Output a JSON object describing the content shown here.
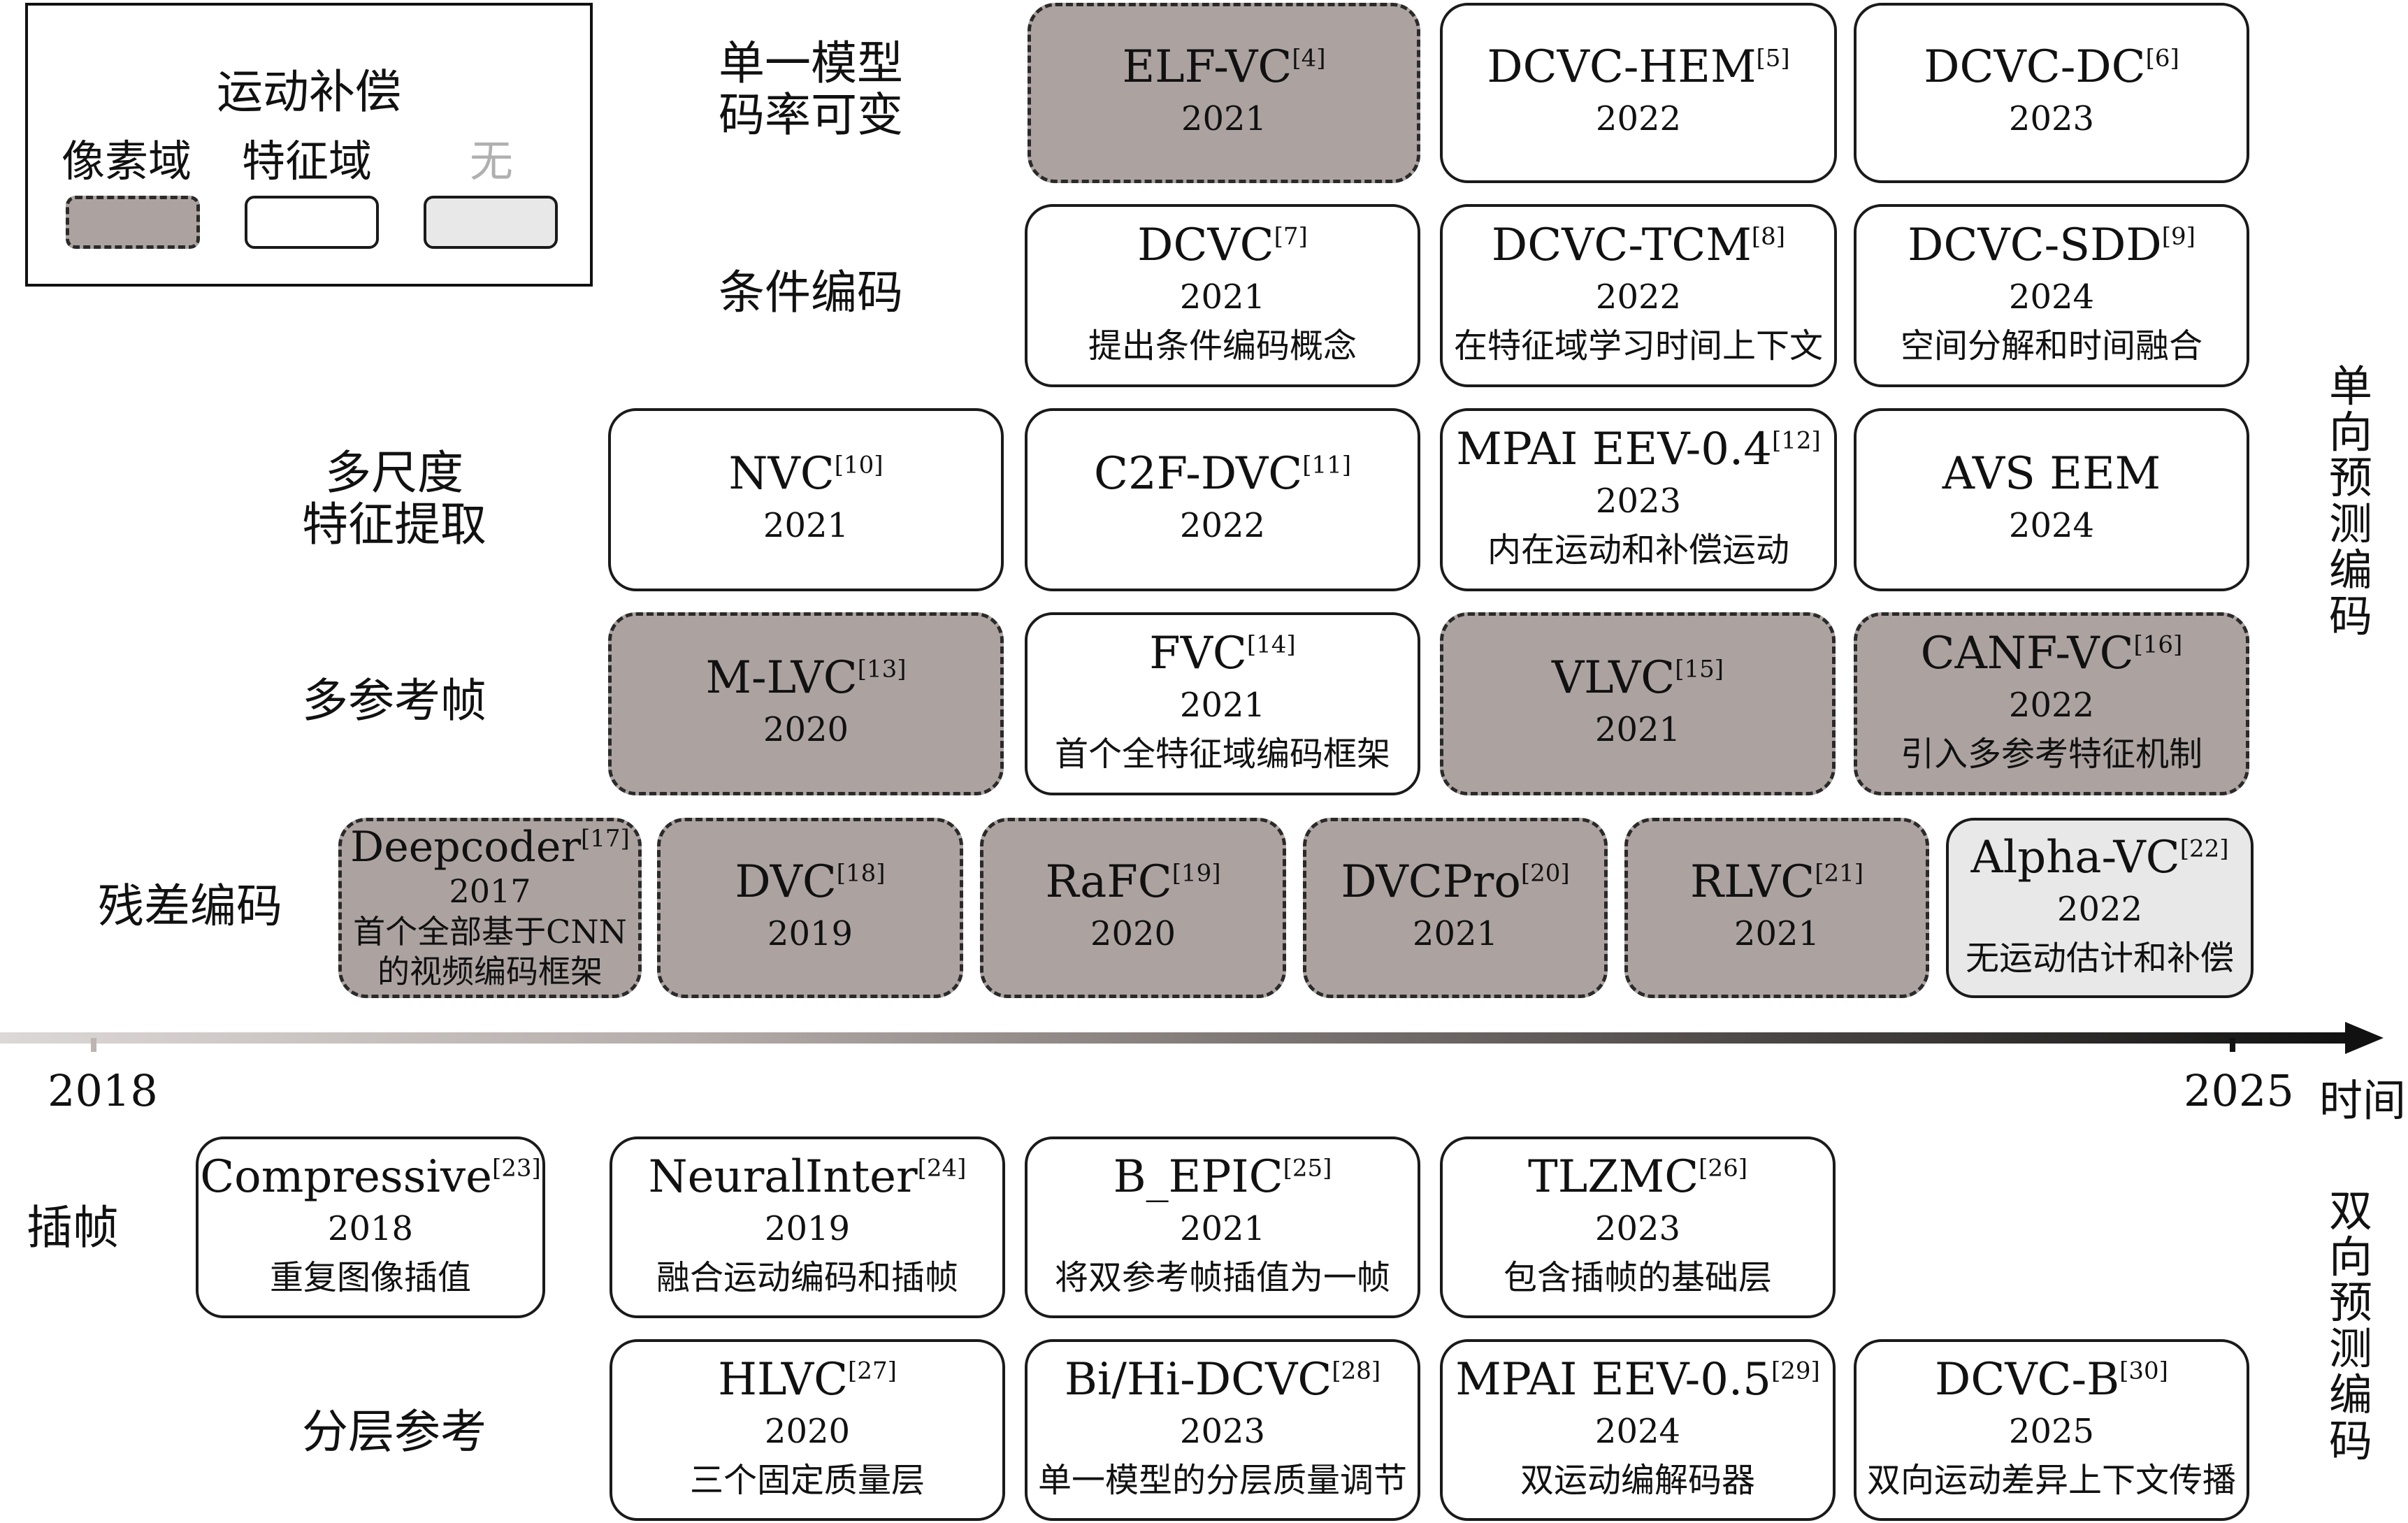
{
  "legend": {
    "title": "运动补偿",
    "pixel": "像素域",
    "feature": "特征域",
    "none": "无"
  },
  "colors": {
    "pixel": "#aca3a1",
    "feature": "#ffffff",
    "none": "#e8e8e8"
  },
  "categories": {
    "single_model": [
      "单一模型",
      "码率可变"
    ],
    "conditional": [
      "条件编码"
    ],
    "multiscale": [
      "多尺度",
      "特征提取"
    ],
    "multiref": [
      "多参考帧"
    ],
    "residual": [
      "残差编码"
    ],
    "interp": [
      "插帧"
    ],
    "hier": [
      "分层参考"
    ]
  },
  "axis": {
    "start": "2018",
    "end": "2025",
    "label": "时间"
  },
  "side": {
    "uni": [
      "单",
      "向",
      "预",
      "测",
      "编",
      "码"
    ],
    "bi": [
      "双",
      "向",
      "预",
      "测",
      "编",
      "码"
    ]
  },
  "models": {
    "elfvc": {
      "name": "ELF-VC",
      "ref": "[4]",
      "year": "2021",
      "desc": "",
      "type": "pixel"
    },
    "dcvchem": {
      "name": "DCVC-HEM",
      "ref": "[5]",
      "year": "2022",
      "desc": "",
      "type": "feature"
    },
    "dcvcdc": {
      "name": "DCVC-DC",
      "ref": "[6]",
      "year": "2023",
      "desc": "",
      "type": "feature"
    },
    "dcvc": {
      "name": "DCVC",
      "ref": "[7]",
      "year": "2021",
      "desc": "提出条件编码概念",
      "type": "feature"
    },
    "dcvctcm": {
      "name": "DCVC-TCM",
      "ref": "[8]",
      "year": "2022",
      "desc": "在特征域学习时间上下文",
      "type": "feature"
    },
    "dcvcsdd": {
      "name": "DCVC-SDD",
      "ref": "[9]",
      "year": "2024",
      "desc": "空间分解和时间融合",
      "type": "feature"
    },
    "nvc": {
      "name": "NVC",
      "ref": "[10]",
      "year": "2021",
      "desc": "",
      "type": "feature"
    },
    "c2fdvc": {
      "name": "C2F-DVC",
      "ref": "[11]",
      "year": "2022",
      "desc": "",
      "type": "feature"
    },
    "mpai04": {
      "name": "MPAI EEV-0.4",
      "ref": "[12]",
      "year": "2023",
      "desc": "内在运动和补偿运动",
      "type": "feature"
    },
    "avseem": {
      "name": "AVS EEM",
      "ref": "",
      "year": "2024",
      "desc": "",
      "type": "feature"
    },
    "mlvc": {
      "name": "M-LVC",
      "ref": "[13]",
      "year": "2020",
      "desc": "",
      "type": "pixel"
    },
    "fvc": {
      "name": "FVC",
      "ref": "[14]",
      "year": "2021",
      "desc": "首个全特征域编码框架",
      "type": "feature"
    },
    "vlvc": {
      "name": "VLVC",
      "ref": "[15]",
      "year": "2021",
      "desc": "",
      "type": "pixel"
    },
    "canfvc": {
      "name": "CANF-VC",
      "ref": "[16]",
      "year": "2022",
      "desc": "引入多参考特征机制",
      "type": "pixel"
    },
    "deepcoder": {
      "name": "Deepcoder",
      "ref": "[17]",
      "year": "2017",
      "desc": "首个全部基于CNN",
      "desc2": "的视频编码框架",
      "type": "pixel"
    },
    "dvc": {
      "name": "DVC",
      "ref": "[18]",
      "year": "2019",
      "desc": "",
      "type": "pixel"
    },
    "rafc": {
      "name": "RaFC",
      "ref": "[19]",
      "year": "2020",
      "desc": "",
      "type": "pixel"
    },
    "dvcpro": {
      "name": "DVCPro",
      "ref": "[20]",
      "year": "2021",
      "desc": "",
      "type": "pixel"
    },
    "rlvc": {
      "name": "RLVC",
      "ref": "[21]",
      "year": "2021",
      "desc": "",
      "type": "pixel"
    },
    "alphavc": {
      "name": "Alpha-VC",
      "ref": "[22]",
      "year": "2022",
      "desc": "无运动估计和补偿",
      "type": "none"
    },
    "compressive": {
      "name": "Compressive",
      "ref": "[23]",
      "year": "2018",
      "desc": "重复图像插值",
      "type": "feature"
    },
    "neuralinter": {
      "name": "NeuralInter",
      "ref": "[24]",
      "year": "2019",
      "desc": "融合运动编码和插帧",
      "type": "feature"
    },
    "bepic": {
      "name": "B_EPIC",
      "ref": "[25]",
      "year": "2021",
      "desc": "将双参考帧插值为一帧",
      "type": "feature"
    },
    "tlzmc": {
      "name": "TLZMC",
      "ref": "[26]",
      "year": "2023",
      "desc": "包含插帧的基础层",
      "type": "feature"
    },
    "hlvc": {
      "name": "HLVC",
      "ref": "[27]",
      "year": "2020",
      "desc": "三个固定质量层",
      "type": "feature"
    },
    "bihidcvc": {
      "name": "Bi/Hi-DCVC",
      "ref": "[28]",
      "year": "2023",
      "desc": "单一模型的分层质量调节",
      "type": "feature"
    },
    "mpai05": {
      "name": "MPAI EEV-0.5",
      "ref": "[29]",
      "year": "2024",
      "desc": "双运动编解码器",
      "type": "feature"
    },
    "dcvcb": {
      "name": "DCVC-B",
      "ref": "[30]",
      "year": "2025",
      "desc": "双向运动差异上下文传播",
      "type": "feature"
    }
  }
}
